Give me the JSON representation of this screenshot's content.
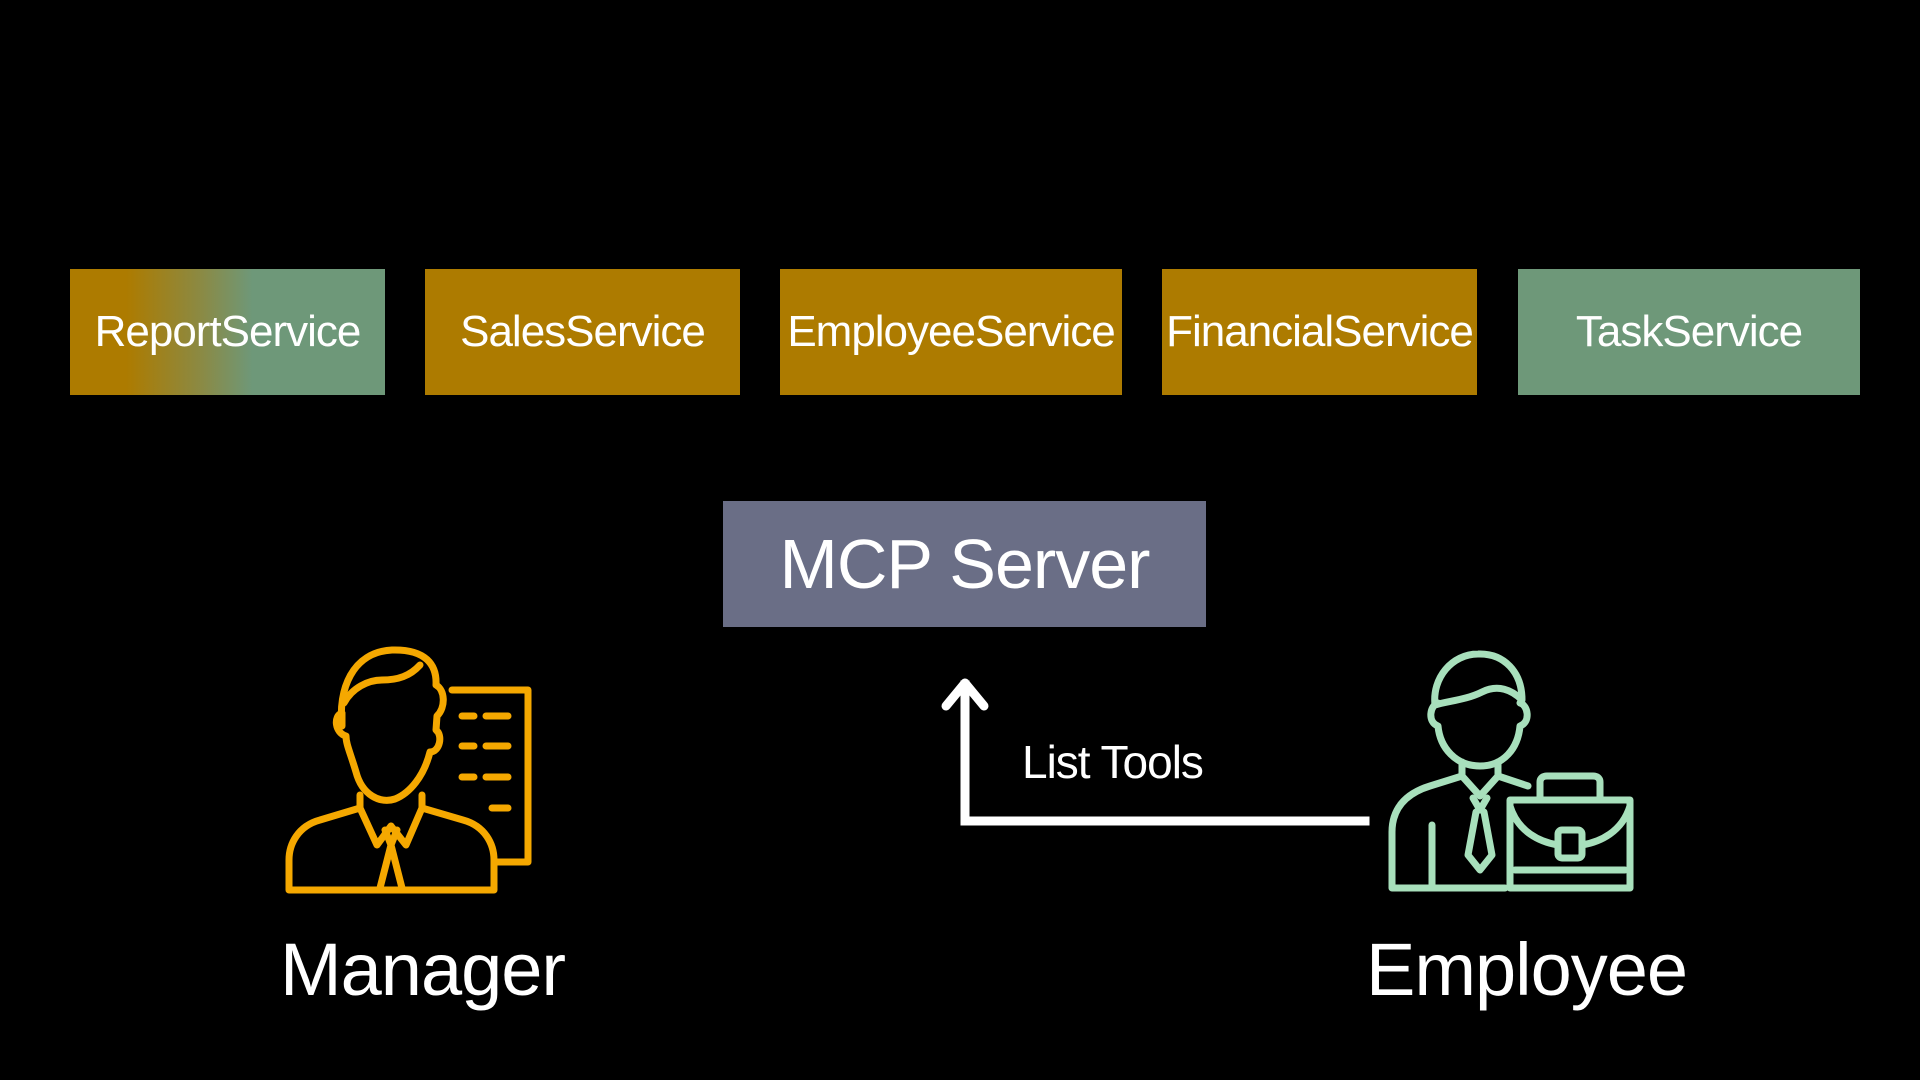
{
  "services": [
    {
      "label": "ReportService",
      "style": "mixed"
    },
    {
      "label": "SalesService",
      "style": "gold"
    },
    {
      "label": "EmployeeService",
      "style": "gold"
    },
    {
      "label": "FinancialService",
      "style": "gold"
    },
    {
      "label": "TaskService",
      "style": "green"
    }
  ],
  "server": {
    "label": "MCP Server"
  },
  "arrow": {
    "label": "List Tools",
    "color": "#ffffff"
  },
  "manager": {
    "label": "Manager",
    "icon": "manager-icon",
    "color": "#f5a800"
  },
  "employee": {
    "label": "Employee",
    "icon": "employee-briefcase-icon",
    "color": "#a8e0bc"
  },
  "colors": {
    "background": "#000000",
    "gold": "#ad7b00",
    "green": "#6e9879",
    "server": "#6a6e86"
  }
}
